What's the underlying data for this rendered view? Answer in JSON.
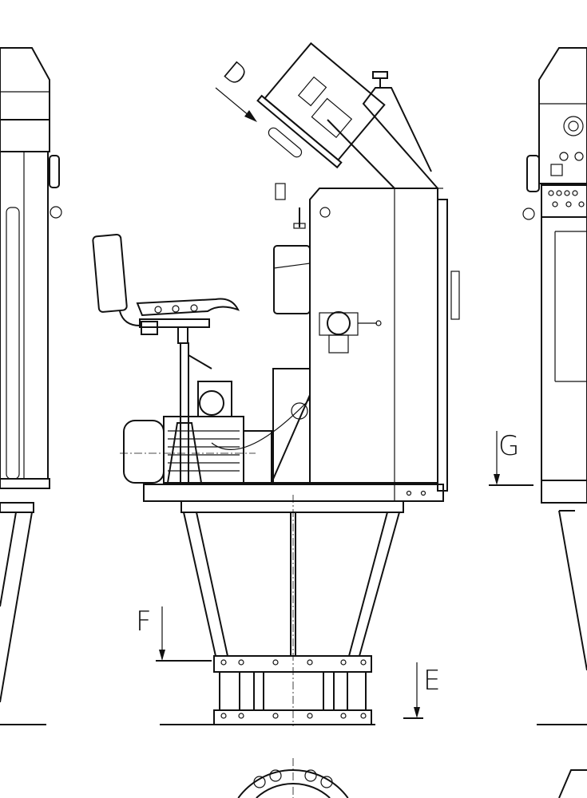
{
  "drawing": {
    "view_labels": {
      "d": "D",
      "g": "G",
      "f": "F",
      "e": "E"
    }
  },
  "colors": {
    "line": "#111111",
    "background": "#ffffff"
  }
}
